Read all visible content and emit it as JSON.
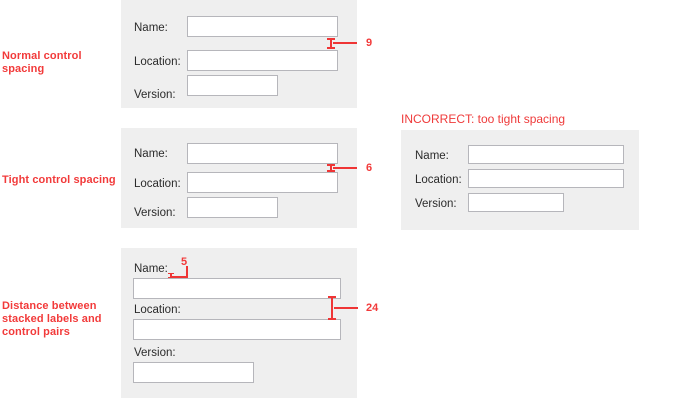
{
  "annotations": {
    "normal_spacing_caption": "Normal control spacing",
    "tight_spacing_caption": "Tight control spacing",
    "stacked_caption": "Distance between\nstacked labels and\ncontrol pairs",
    "incorrect_header": "INCORRECT: too tight spacing",
    "accent_color": "#ef3535",
    "caption_color": "#f23a3a"
  },
  "measurements": {
    "normal_gap": "9",
    "tight_gap": "6",
    "label_to_control_gap": "5",
    "stacked_pair_gap": "24"
  },
  "panels": {
    "normal": {
      "fields": [
        {
          "label": "Name:",
          "value": ""
        },
        {
          "label": "Location:",
          "value": ""
        },
        {
          "label": "Version:",
          "value": ""
        }
      ]
    },
    "tight": {
      "fields": [
        {
          "label": "Name:",
          "value": ""
        },
        {
          "label": "Location:",
          "value": ""
        },
        {
          "label": "Version:",
          "value": ""
        }
      ]
    },
    "stacked": {
      "fields": [
        {
          "label": "Name:",
          "value": ""
        },
        {
          "label": "Location:",
          "value": ""
        },
        {
          "label": "Version:",
          "value": ""
        }
      ]
    },
    "incorrect": {
      "fields": [
        {
          "label": "Name:",
          "value": ""
        },
        {
          "label": "Location:",
          "value": ""
        },
        {
          "label": "Version:",
          "value": ""
        }
      ]
    }
  },
  "theme": {
    "panel_bg": "#efefef",
    "field_bg": "#ffffff",
    "field_border": "#b6b6bb",
    "label_color": "#2b2b2b"
  }
}
